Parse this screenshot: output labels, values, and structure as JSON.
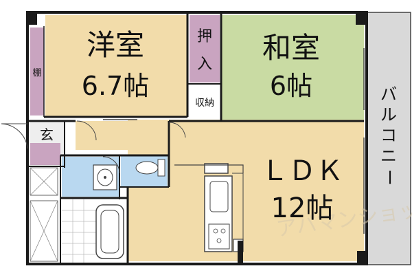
{
  "rooms": {
    "western": {
      "name": "洋室",
      "size": "6.7帖"
    },
    "japanese": {
      "name": "和室",
      "size": "6帖"
    },
    "ldk": {
      "name": "ＬＤＫ",
      "size": "12帖"
    }
  },
  "labels": {
    "shelf": "棚",
    "oshiire": [
      "押",
      "入"
    ],
    "storage": "収納",
    "entrance": "玄",
    "balcony": [
      "バ",
      "ル",
      "コ",
      "ニ",
      "ー"
    ]
  },
  "watermark": "アパマンショップ",
  "colors": {
    "western": "#f2dcaa",
    "japanese": "#c9dba3",
    "ldk": "#f2dcaa",
    "closet": "#c9a4c0",
    "water": "#b9d8f0",
    "balcony": "#d9d9d9",
    "wall": "#1a1a1a"
  }
}
